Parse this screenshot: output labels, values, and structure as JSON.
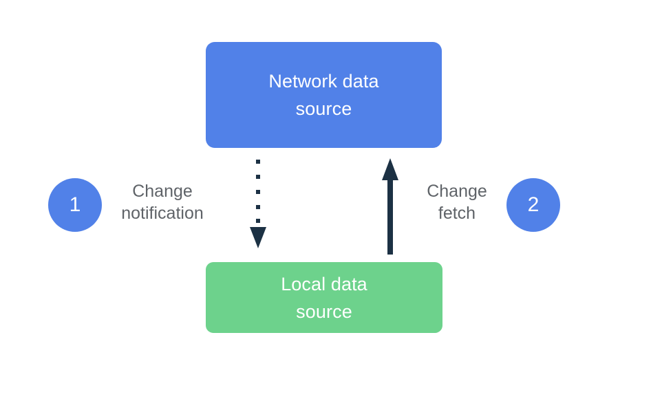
{
  "diagram": {
    "background_color": "#ffffff",
    "nodes": [
      {
        "id": "network-data-source",
        "label": "Network data\nsource",
        "fill": "#5181e8",
        "text_color": "#ffffff"
      },
      {
        "id": "local-data-source",
        "label": "Local data\nsource",
        "fill": "#6dd28c",
        "text_color": "#ffffff"
      }
    ],
    "steps": [
      {
        "number": "1",
        "fill": "#5181e8",
        "text_color": "#ffffff"
      },
      {
        "number": "2",
        "fill": "#5181e8",
        "text_color": "#ffffff"
      }
    ],
    "edges": [
      {
        "id": "change-notification",
        "label": "Change\nnotification",
        "label_color": "#5f6368",
        "style": "dotted",
        "direction": "down",
        "from": "network-data-source",
        "to": "local-data-source",
        "stroke": "#1c3144"
      },
      {
        "id": "change-fetch",
        "label": "Change\nfetch",
        "label_color": "#5f6368",
        "style": "solid",
        "direction": "up",
        "from": "local-data-source",
        "to": "network-data-source",
        "stroke": "#1c3144"
      }
    ]
  }
}
